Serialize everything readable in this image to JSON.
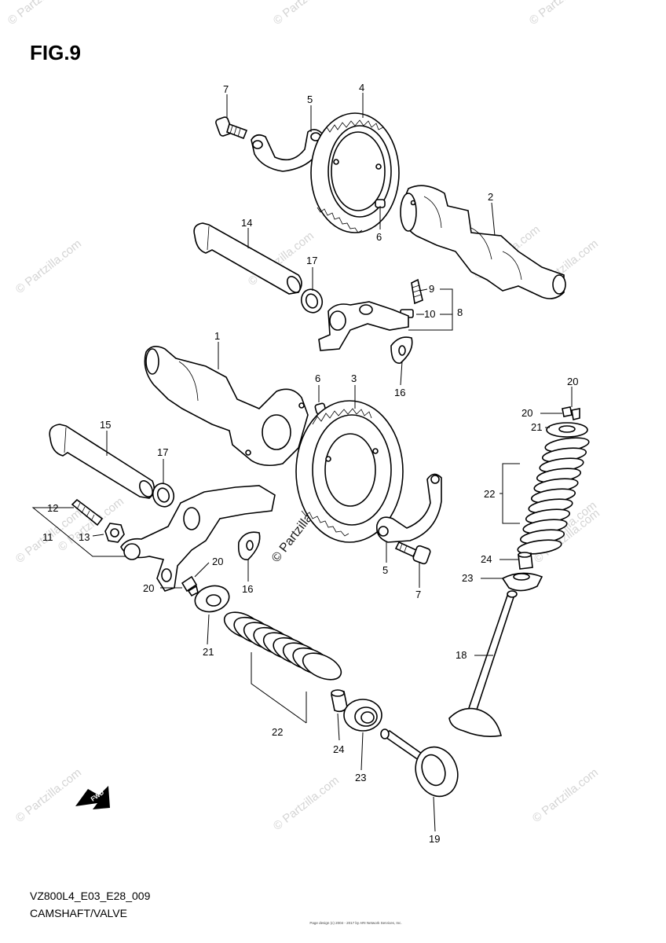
{
  "figure": {
    "title": "FIG.9",
    "model_code": "VZ800L4_E03_E28_009",
    "section_name": "CAMSHAFT/VALVE",
    "fine_print": "Page design (c) 2004 - 2017 by ARI Network Services, Inc."
  },
  "watermark": {
    "text": "© Partzilla.com"
  },
  "fwd_marker": {
    "label": "FWD"
  },
  "callouts": [
    "1",
    "2",
    "3",
    "4",
    "5",
    "6",
    "7",
    "8",
    "9",
    "10",
    "11",
    "12",
    "13",
    "14",
    "15",
    "16",
    "17",
    "18",
    "19",
    "20",
    "21",
    "22",
    "23",
    "24"
  ],
  "colors": {
    "line": "#000000",
    "background": "#ffffff",
    "watermark": "#d4d4d4"
  }
}
